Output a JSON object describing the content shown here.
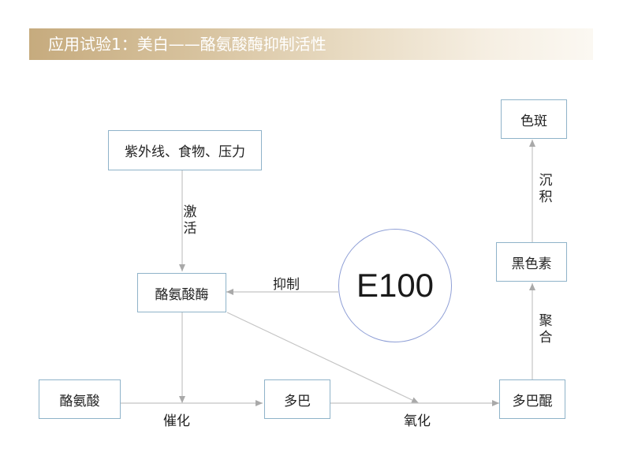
{
  "header": {
    "title": "应用试验1：美白——酪氨酸酶抑制活性"
  },
  "nodes": {
    "triggers": "紫外线、食物、压力",
    "tyrosinase": "酪氨酸酶",
    "tyrosine": "酪氨酸",
    "dopa": "多巴",
    "dopaquinone": "多巴醌",
    "melanin": "黑色素",
    "spots": "色斑",
    "product": "E100"
  },
  "edges": {
    "activate": "激活",
    "inhibit": "抑制",
    "catalyze": "催化",
    "oxidize": "氧化",
    "polymerize": "聚合",
    "deposit": "沉积"
  },
  "colors": {
    "banner_start": "#c6ab7e",
    "banner_end": "#fbf8f2",
    "node_border": "#8fb3c9",
    "circle_border": "#8f9fd6",
    "connector": "#c4c4c4"
  }
}
